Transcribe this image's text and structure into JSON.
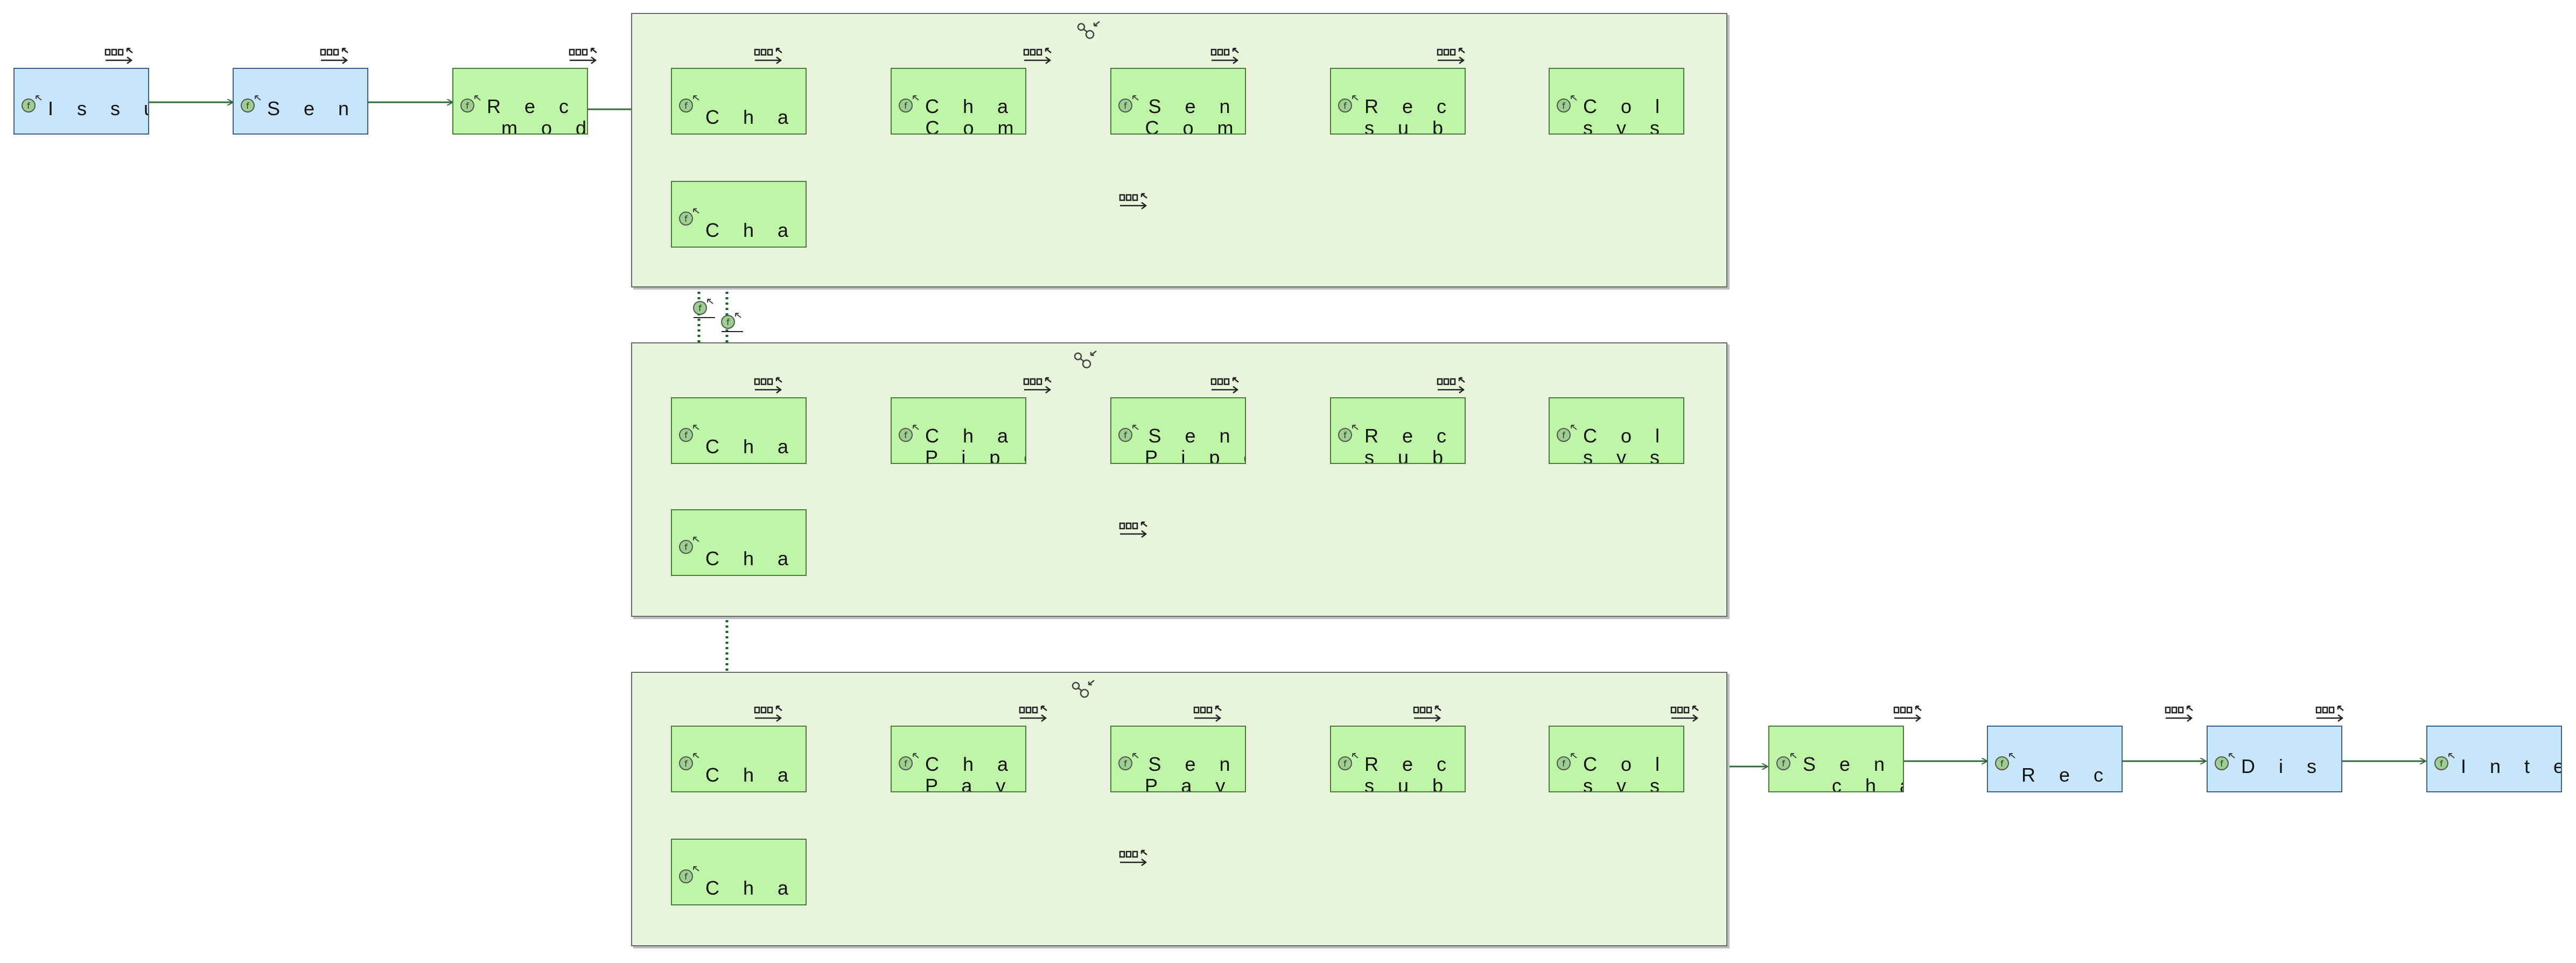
{
  "colors": {
    "group_fill": "#e8f4dc",
    "activity_fill": "#bff5a6",
    "actor_fill": "#c8e6fb",
    "edge": "#2f6b3a",
    "dotted_edge": "#1f5f2b"
  },
  "icons": {
    "activity": "function-icon",
    "flow": "data-flow-icon",
    "group": "swimlane-group-icon"
  },
  "nodes": {
    "n1": "I s s u e",
    "n2": "S e n d",
    "n3": "R e c e\n m o d",
    "g1a": "C h a n",
    "g1b": "C h a n\nC o m",
    "g1c": "S e n\nC o m",
    "g1d": "R e c e\ns u b s y",
    "g1e": "C o l l a\ns y s t e",
    "g1f": "C h a n",
    "g2a": "C h a n",
    "g2b": "C h a n\nP i p e l",
    "g2c": "S e n\nP i p e l",
    "g2d": "R e c e\ns u b s y",
    "g2e": "C o l l a\ns y s t e",
    "g2f": "C h a n",
    "g3a": "C h a n",
    "g3b": "C h a n\nP a y l c",
    "g3c": "S e n\nP a y l o",
    "g3d": "R e c e\ns u b s y",
    "g3e": "C o l l a\ns y s t e",
    "g3f": "C h a n",
    "o1": "S e n d\n  c h a n",
    "o2": "R e c e",
    "o3": "D i s p",
    "o4": "I n t e r g"
  }
}
